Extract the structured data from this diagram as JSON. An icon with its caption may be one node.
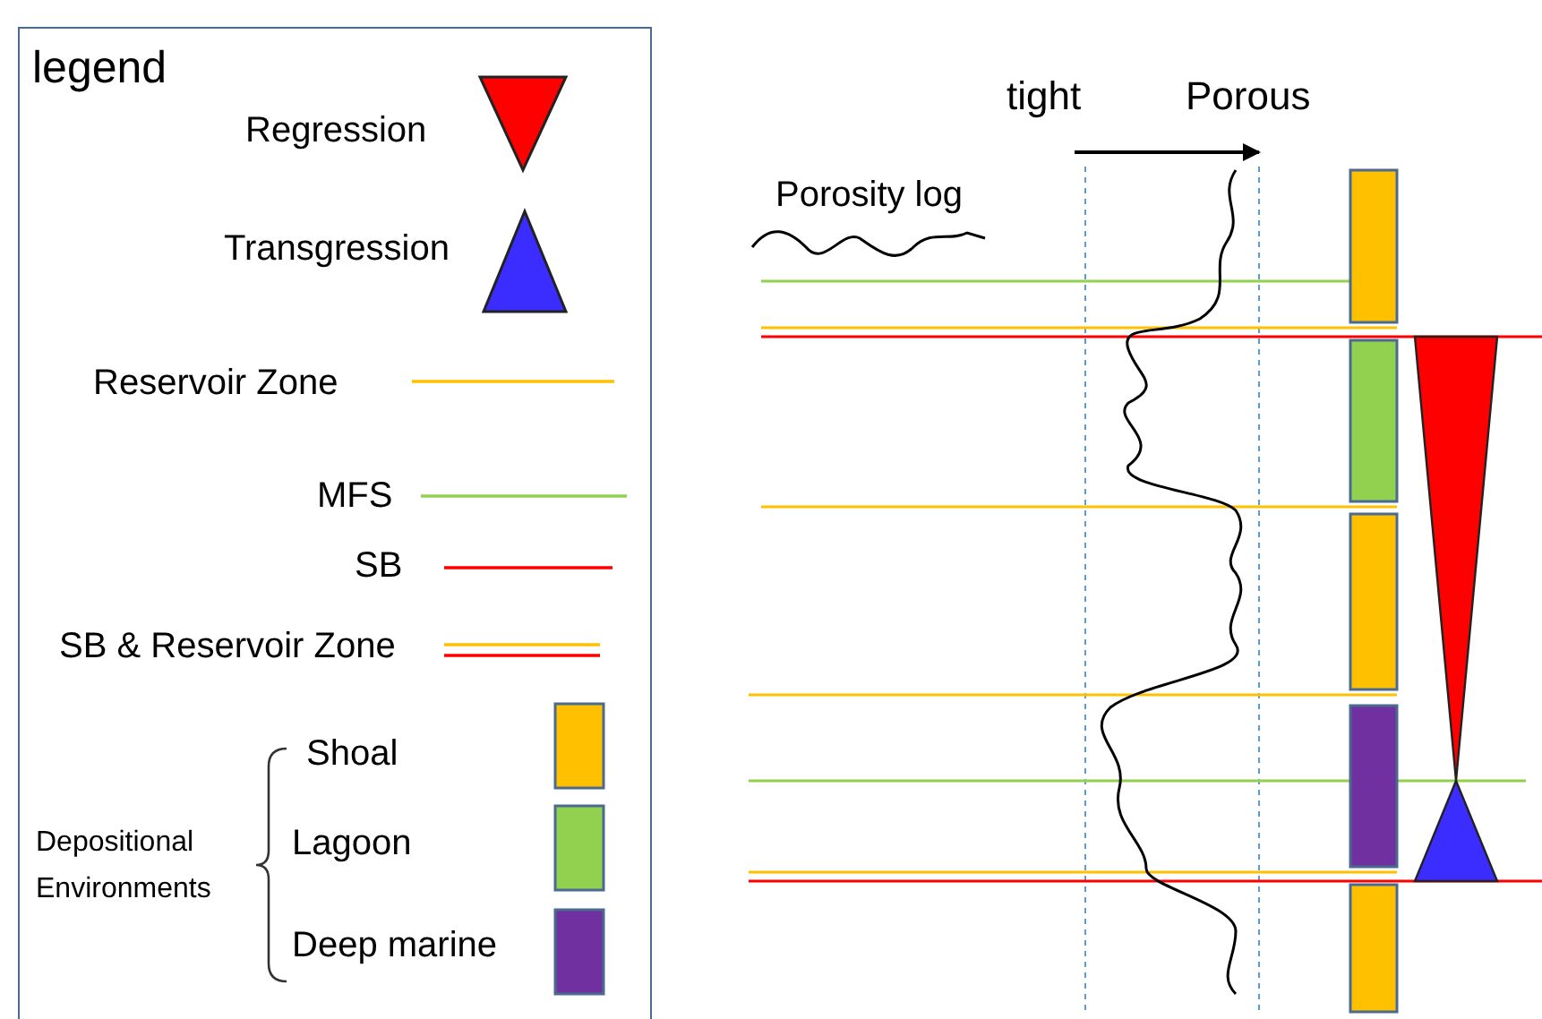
{
  "diagram": {
    "labels": [
      "legend",
      "Depositional Environments",
      "tight",
      "Porous",
      "Porosity log"
    ],
    "legend": [
      {
        "text": "Regression"
      },
      {
        "text": "Transgression"
      },
      {
        "text": "Reservoir Zone"
      },
      {
        "text": "MFS"
      },
      {
        "text": "SB"
      },
      {
        "text": "SB & Reservoir Zone"
      },
      {
        "text": "Shoal",
        "color": "#ffc000"
      },
      {
        "text": "Lagoon",
        "color": "#92d050"
      },
      {
        "text": "Deep marine",
        "color": "#7030a0"
      }
    ]
  }
}
